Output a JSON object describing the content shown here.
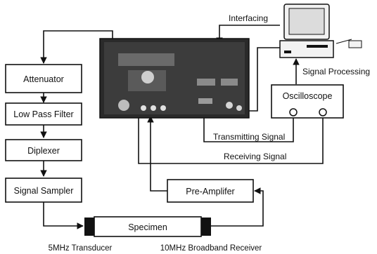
{
  "blocks": {
    "attenuator": "Attenuator",
    "low_pass_filter": "Low Pass Filter",
    "diplexer": "Diplexer",
    "signal_sampler": "Signal Sampler",
    "pre_amplifier": "Pre-Amplifer",
    "oscilloscope": "Oscilloscope",
    "specimen": "Specimen"
  },
  "signals": {
    "interfacing": "Interfacing",
    "signal_processing": "Signal Processing",
    "transmitting_signal": "Transmitting Signal",
    "receiving_signal": "Receiving Signal"
  },
  "transducers": {
    "transmitter": "5MHz Transducer",
    "receiver": "10MHz Broadband Receiver"
  },
  "icons": {
    "instrument": "pulser-receiver-instrument-icon",
    "computer": "desktop-computer-icon"
  }
}
